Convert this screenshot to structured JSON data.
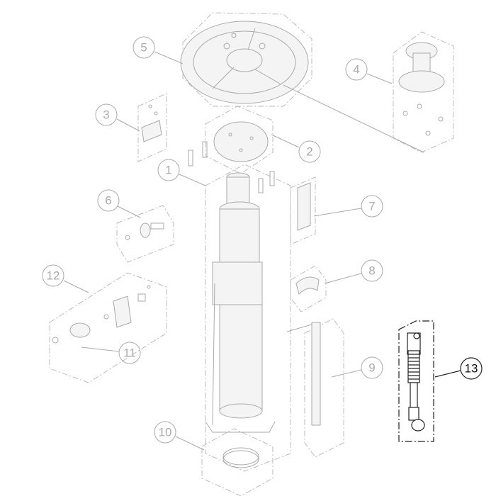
{
  "callouts": {
    "c1": "1",
    "c2": "2",
    "c3": "3",
    "c4": "4",
    "c5": "5",
    "c6": "6",
    "c7": "7",
    "c8": "8",
    "c9": "9",
    "c10": "10",
    "c11": "11",
    "c12": "12",
    "c13": "13"
  },
  "colors": {
    "highlight": "#222222",
    "faded": "#aaaaaa"
  }
}
